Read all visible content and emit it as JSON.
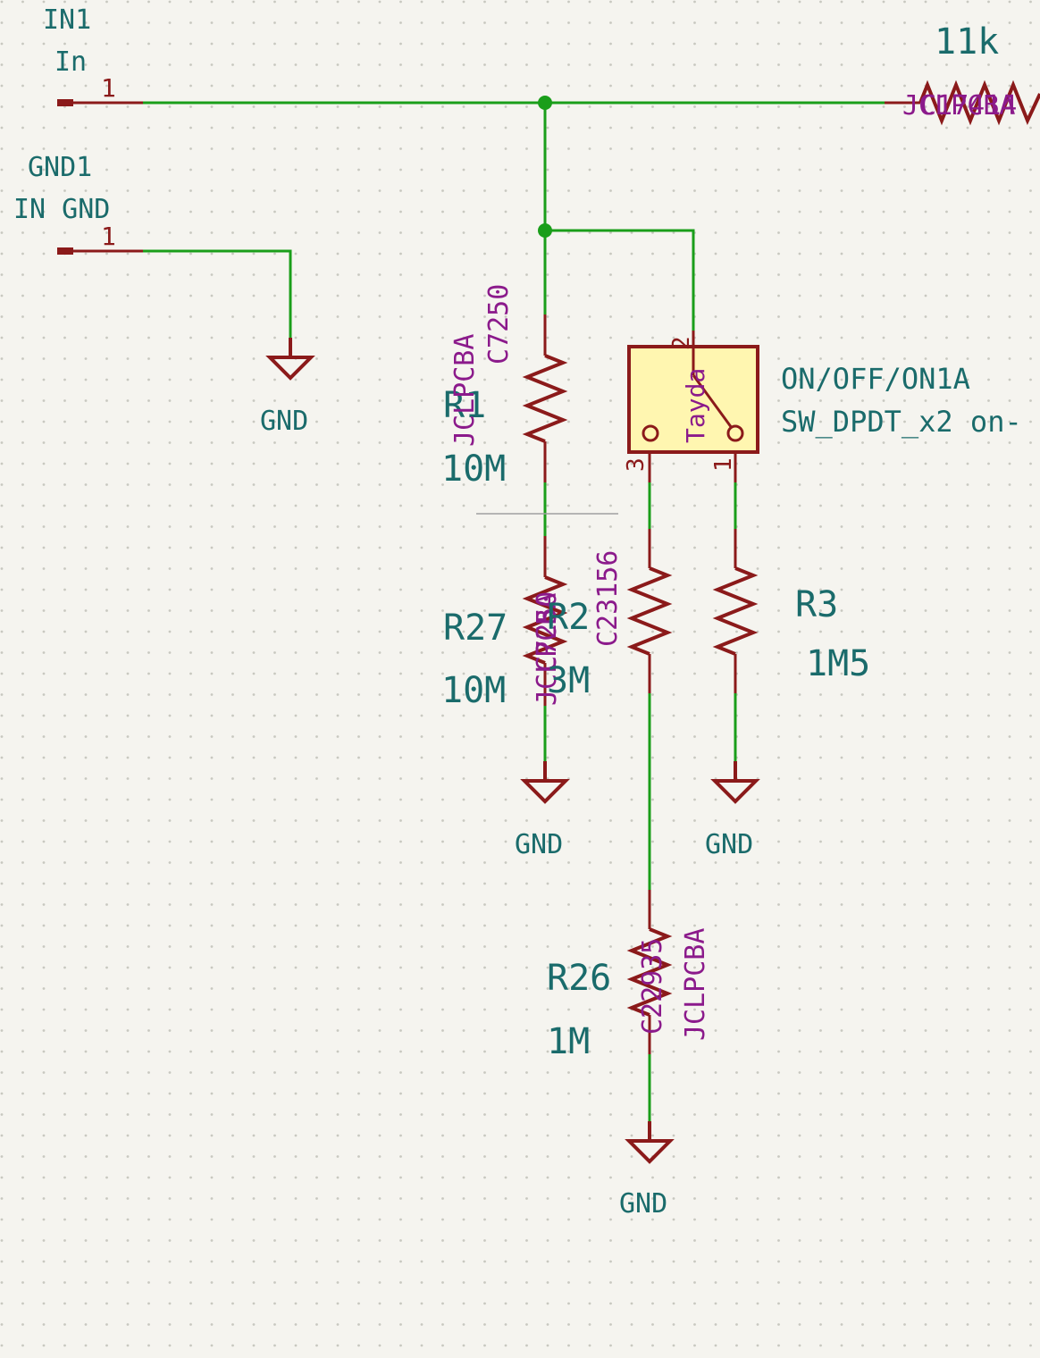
{
  "colors": {
    "background": "#f5f4ef",
    "grid": "#c8c8c0",
    "wire": "#1a9e1a",
    "component": "#8b1a1a",
    "switch_fill": "#fff6b0",
    "reference_text": "#1a6b6b",
    "property_text": "#8b1a8b"
  },
  "connectors": {
    "in1": {
      "ref": "IN1",
      "value": "In",
      "pin": "1"
    },
    "gnd1": {
      "ref": "GND1",
      "value": "IN GND",
      "pin": "1"
    }
  },
  "resistors": {
    "r1": {
      "ref": "R1",
      "value": "10M",
      "lcsc": "C7250",
      "assembly": "JCLPCBA"
    },
    "r27": {
      "ref": "R27",
      "value": "10M",
      "lcsc": "C7250",
      "assembly": "JCLPCBA"
    },
    "r2": {
      "ref": "R2",
      "value": "3M",
      "lcsc": "C23156",
      "assembly": "JCLPCBA"
    },
    "r3": {
      "ref": "R3",
      "value": "1M5"
    },
    "r26": {
      "ref": "R26",
      "value": "1M",
      "lcsc": "C22935",
      "assembly": "JCLPCBA"
    },
    "r_top": {
      "value": "11k",
      "lcsc": "C17414",
      "assembly": "JCLPCBA"
    }
  },
  "switch": {
    "ref": "ON/OFF/ON1A",
    "value": "SW_DPDT_x2 on-",
    "supplier": "Tayda",
    "pins": [
      "2",
      "3",
      "1"
    ]
  },
  "ground_label": "GND",
  "icons": {
    "ground": "ground-symbol-icon",
    "resistor": "resistor-zigzag-icon",
    "switch": "spdt-switch-icon"
  }
}
